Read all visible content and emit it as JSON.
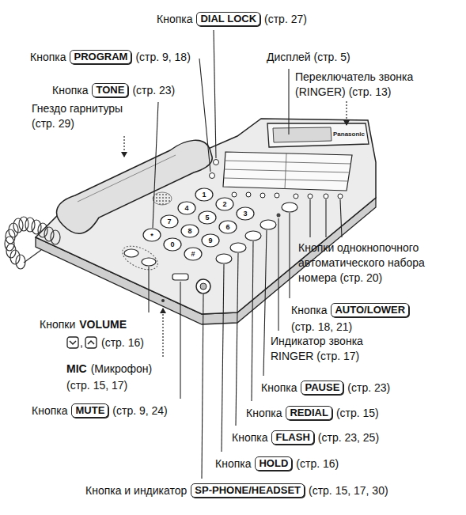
{
  "diagram": {
    "nodes": [
      {
        "text": [
          "DIAL LOCK"
        ]
      },
      {
        "text": [
          "PROGRAM"
        ]
      },
      {
        "text": [
          "TONE"
        ]
      },
      {
        "text": [
          "AUTO/LOWER"
        ]
      },
      {
        "text": [
          "PAUSE"
        ]
      },
      {
        "text": [
          "MUTE"
        ]
      },
      {
        "text": [
          "REDIAL"
        ]
      },
      {
        "text": [
          "FLASH"
        ]
      },
      {
        "text": [
          "HOLD"
        ]
      },
      {
        "text": [
          "SP-PHONE/HEADSET"
        ]
      }
    ],
    "labels": [
      "Кнопка",
      "(стр. 27)",
      "Кнопка",
      "(стр. 9, 18)",
      "Дисплей (стр. 5)",
      "Кнопка",
      "(стр. 23)",
      "Переключатель звонка (RINGER) (стр. 13)",
      "Гнездо гарнитуры (стр. 29)",
      "Panasonic",
      "1",
      "2",
      "3",
      "4",
      "5",
      "6",
      "7",
      "8",
      "9",
      "*",
      "0",
      "#",
      "Кнопки однокнопочного автоматического набора номера (стр. 20)",
      "Кнопка",
      "(стр. 18, 21)",
      "Кнопки",
      "VOLUME",
      ",",
      "(стр. 16)",
      "Индикатор звонка RINGER (стр. 17)",
      "MIC",
      "(Микрофон)",
      "(стр. 15, 17)",
      "Кнопка",
      "(стр. 23)",
      "Кнопка",
      "(стр. 9, 24)",
      "Кнопка",
      "(стр. 15)",
      "Кнопка",
      "(стр. 23, 25)",
      "Кнопка",
      "(стр. 16)",
      "Кнопка и индикатор",
      "(стр. 15, 17, 30)"
    ]
  }
}
